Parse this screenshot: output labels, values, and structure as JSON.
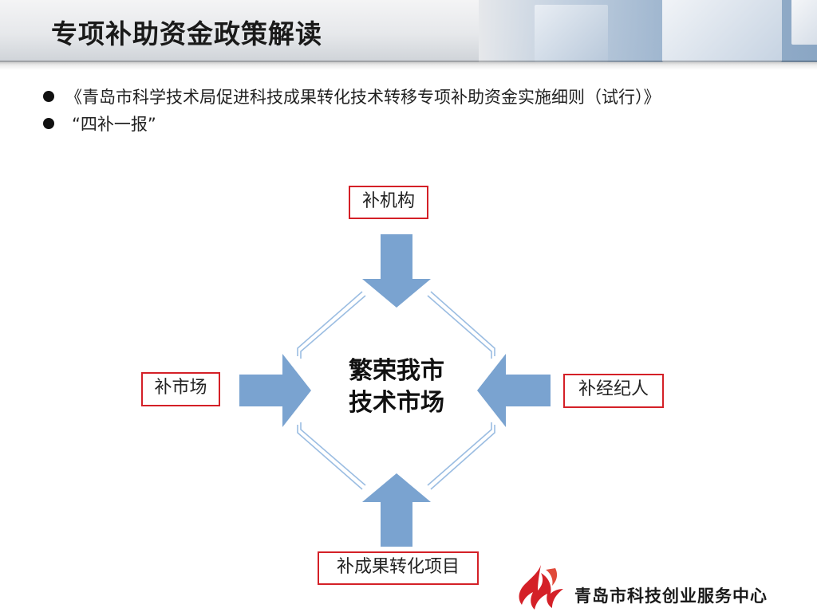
{
  "header": {
    "title": "专项补助资金政策解读"
  },
  "bullets": [
    "《青岛市科学技术局促进科技成果转化技术转移专项补助资金实施细则（试行）》",
    "“四补一报”"
  ],
  "diagram": {
    "center_line1": "繁荣我市",
    "center_line2": "技术市场",
    "top_label": "补机构",
    "left_label": "补市场",
    "right_label": "补经纪人",
    "bottom_label": "补成果转化项目"
  },
  "footer": {
    "org_name": "青岛市科技创业服务中心"
  },
  "colors": {
    "arrow": "#7aa3d0",
    "outline": "#9bbde2",
    "label_border": "#d42027",
    "logo": "#d42027"
  }
}
